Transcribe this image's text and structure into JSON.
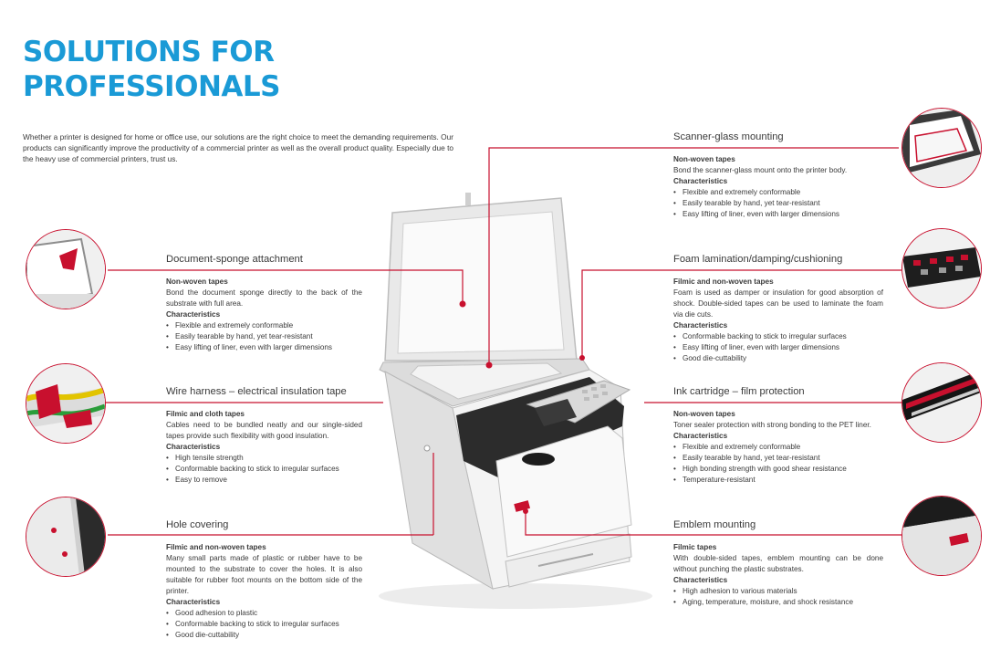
{
  "title": {
    "line1": "SOLUTIONS FOR",
    "line2": "PROFESSIONALS"
  },
  "intro": "Whether a printer is designed for home or office use, our solutions are the right choice to meet the demanding requirements. Our products can significantly improve the productivity of a commercial printer as well as the overall product quality. Especially due to the heavy use of commercial printers, trust us.",
  "accent_color": "#c8102e",
  "title_color": "#1a9ad6",
  "sections": {
    "document_sponge": {
      "heading": "Document-sponge attachment",
      "subheading": "Non-woven tapes",
      "text": "Bond the document sponge directly to the back of the substrate with full area.",
      "char_label": "Characteristics",
      "bullets": [
        "Flexible and extremely conformable",
        "Easily tearable by hand, yet tear-resistant",
        "Easy lifting of liner, even with larger dimensions"
      ]
    },
    "wire_harness": {
      "heading": "Wire harness – electrical insulation tape",
      "subheading": "Filmic and cloth tapes",
      "text": "Cables need to be bundled neatly and our single-sided tapes provide such flexibility with good insulation.",
      "char_label": "Characteristics",
      "bullets": [
        "High tensile strength",
        "Conformable backing to stick to irregular surfaces",
        "Easy to remove"
      ]
    },
    "hole_covering": {
      "heading": "Hole covering",
      "subheading": "Filmic and non-woven tapes",
      "text": "Many small parts made of plastic or rubber have to be mounted to the substrate to cover the holes. It is also suitable for rubber foot mounts on the bottom side of the printer.",
      "char_label": "Characteristics",
      "bullets": [
        "Good adhesion to plastic",
        "Conformable backing to stick to irregular surfaces",
        "Good die-cuttability"
      ]
    },
    "scanner_glass": {
      "heading": "Scanner-glass mounting",
      "subheading": "Non-woven tapes",
      "text": "Bond the scanner-glass mount onto the printer body.",
      "char_label": "Characteristics",
      "bullets": [
        "Flexible and extremely conformable",
        "Easily tearable by hand, yet tear-resistant",
        "Easy lifting of liner, even with larger dimensions"
      ]
    },
    "foam_lamination": {
      "heading": "Foam lamination/damping/cushioning",
      "subheading": "Filmic and non-woven tapes",
      "text": "Foam is used as damper or insulation for good absorption of shock. Double-sided tapes can be used to laminate the foam via die cuts.",
      "char_label": "Characteristics",
      "bullets": [
        "Conformable backing to stick to irregular surfaces",
        "Easy lifting of liner, even with larger dimensions",
        "Good die-cuttability"
      ]
    },
    "ink_cartridge": {
      "heading": "Ink cartridge – film protection",
      "subheading": "Non-woven tapes",
      "text": "Toner sealer protection with strong bonding to the PET liner.",
      "char_label": "Characteristics",
      "bullets": [
        "Flexible and extremely conformable",
        "Easily tearable by hand, yet tear-resistant",
        "High bonding strength with good shear resistance",
        "Temperature-resistant"
      ]
    },
    "emblem": {
      "heading": "Emblem mounting",
      "subheading": "Filmic tapes",
      "text": "With double-sided tapes, emblem mounting can be done without punching the plastic substrates.",
      "char_label": "Characteristics",
      "bullets": [
        "High adhesion to various materials",
        "Aging, temperature, moisture, and shock resistance"
      ]
    }
  }
}
